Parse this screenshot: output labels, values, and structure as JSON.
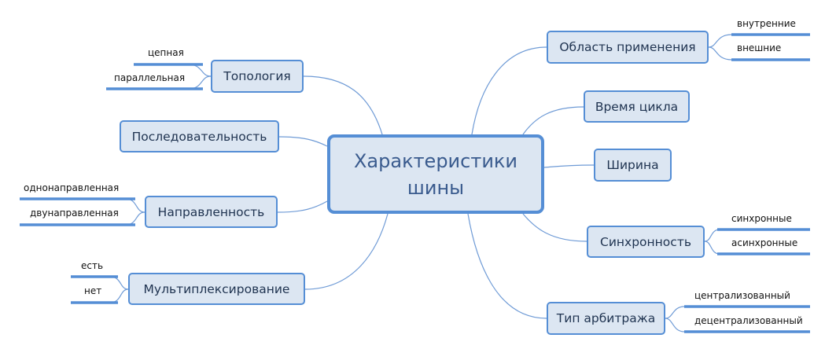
{
  "center": {
    "line1": "Характеристики",
    "line2": "шины"
  },
  "left": [
    {
      "label": "Топология",
      "children": [
        "цепная",
        "параллельная"
      ]
    },
    {
      "label": "Последовательность",
      "children": []
    },
    {
      "label": "Направленность",
      "children": [
        "однонаправленная",
        "двунаправленная"
      ]
    },
    {
      "label": "Мультиплексирование",
      "children": [
        "есть",
        "нет"
      ]
    }
  ],
  "right": [
    {
      "label": "Область применения",
      "children": [
        "внутренние",
        "внешние"
      ]
    },
    {
      "label": "Время цикла",
      "children": []
    },
    {
      "label": "Ширина",
      "children": []
    },
    {
      "label": "Синхронность",
      "children": [
        "синхронные",
        "асинхронные"
      ]
    },
    {
      "label": "Тип арбитража",
      "children": [
        "централизованный",
        "децентрализованный"
      ]
    }
  ],
  "colors": {
    "node_fill": "#dce6f2",
    "border": "#558ed5",
    "line": "#6f9bd6"
  }
}
